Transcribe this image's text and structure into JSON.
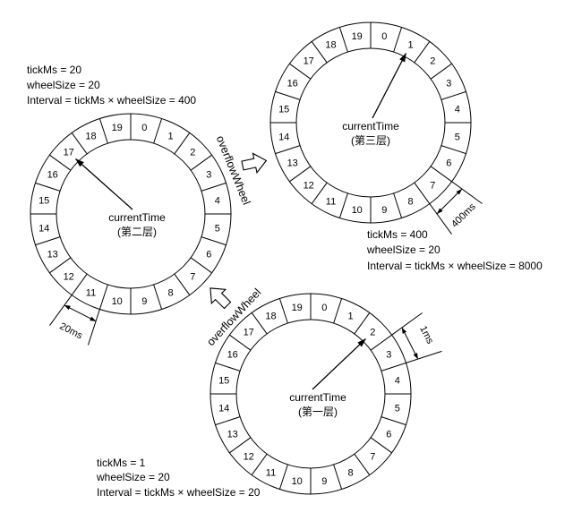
{
  "colors": {
    "line": "#000000",
    "text": "#000000",
    "background": "#ffffff"
  },
  "wheels": [
    {
      "pointer_label": "currentTime",
      "level_label": "(第一层)",
      "slots": [
        "0",
        "1",
        "2",
        "3",
        "4",
        "5",
        "6",
        "7",
        "8",
        "9",
        "10",
        "11",
        "12",
        "13",
        "14",
        "15",
        "16",
        "17",
        "18",
        "19"
      ],
      "current_slot": 2,
      "params": [
        "tickMs = 1",
        "wheelSize = 20",
        "Interval = tickMs × wheelSize = 20"
      ],
      "tick_span_label": "1ms"
    },
    {
      "pointer_label": "currentTime",
      "level_label": "(第二层)",
      "slots": [
        "0",
        "1",
        "2",
        "3",
        "4",
        "5",
        "6",
        "7",
        "8",
        "9",
        "10",
        "11",
        "12",
        "13",
        "14",
        "15",
        "16",
        "17",
        "18",
        "19"
      ],
      "current_slot": 17,
      "params": [
        "tickMs = 20",
        "wheelSize = 20",
        "Interval = tickMs × wheelSize = 400"
      ],
      "tick_span_label": "20ms"
    },
    {
      "pointer_label": "currentTime",
      "level_label": "(第三层)",
      "slots": [
        "0",
        "1",
        "2",
        "3",
        "4",
        "5",
        "6",
        "7",
        "8",
        "9",
        "10",
        "11",
        "12",
        "13",
        "14",
        "15",
        "16",
        "17",
        "18",
        "19"
      ],
      "current_slot": 1,
      "params": [
        "tickMs = 400",
        "wheelSize = 20",
        "Interval = tickMs × wheelSize = 8000"
      ],
      "tick_span_label": "400ms"
    }
  ],
  "overflow_labels": [
    "overflowWheel",
    "overflowWheel"
  ]
}
